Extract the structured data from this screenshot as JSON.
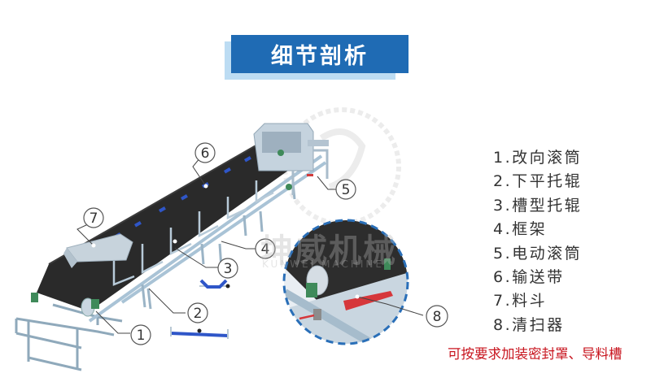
{
  "header": {
    "title": "细节剖析"
  },
  "legend": {
    "items": [
      {
        "num": "1",
        "label": "1.改向滚筒"
      },
      {
        "num": "2",
        "label": "2.下平托辊"
      },
      {
        "num": "3",
        "label": "3.槽型托辊"
      },
      {
        "num": "4",
        "label": "4.框架"
      },
      {
        "num": "5",
        "label": "5.电动滚筒"
      },
      {
        "num": "6",
        "label": "6.输送带"
      },
      {
        "num": "7",
        "label": "7.料斗"
      },
      {
        "num": "8",
        "label": "8.清扫器"
      }
    ]
  },
  "note": "可按要求加装密封罩、导料槽",
  "callouts": {
    "c1": "1",
    "c2": "2",
    "c3": "3",
    "c4": "4",
    "c5": "5",
    "c6": "6",
    "c7": "7",
    "c8": "8"
  },
  "watermark": {
    "brand_cn": "坤威机械",
    "brand_en": "KUNWEI MACHINE"
  },
  "colors": {
    "title_bg": "#1f6bb4",
    "title_shadow": "#bcdcf3",
    "note_red": "#c8141e",
    "belt": "#2a2a2a",
    "frame": "#a9c3d6",
    "roller_blue": "#2f56c8",
    "zoom_ring": "#2a6fb8"
  }
}
